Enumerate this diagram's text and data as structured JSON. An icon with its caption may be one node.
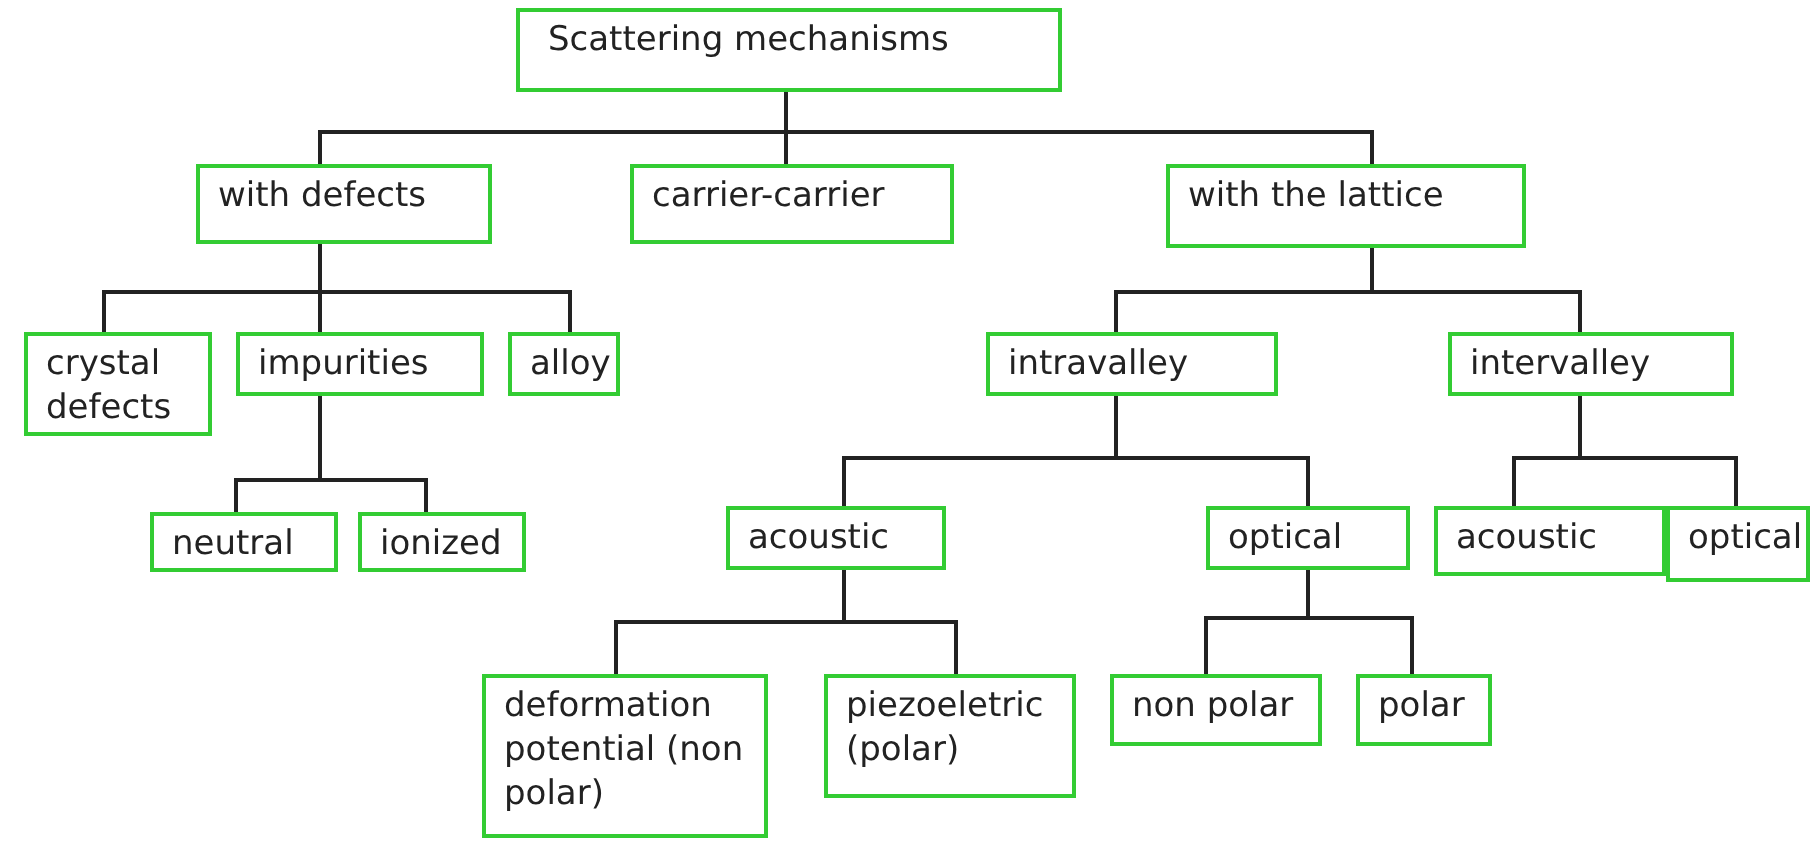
{
  "diagram": {
    "nodes": [
      {
        "text": [
          "Scattering mechanisms"
        ]
      },
      {
        "text": [
          "with defects"
        ]
      },
      {
        "text": [
          "carrier-carrier"
        ]
      },
      {
        "text": [
          "with the lattice"
        ]
      },
      {
        "text": [
          "crystal defects"
        ]
      },
      {
        "text": [
          "impurities"
        ]
      },
      {
        "text": [
          "alloy"
        ]
      },
      {
        "text": [
          "intravalley"
        ]
      },
      {
        "text": [
          "intervalley"
        ]
      },
      {
        "text": [
          "neutral"
        ]
      },
      {
        "text": [
          "ionized"
        ]
      },
      {
        "text": [
          "acoustic"
        ]
      },
      {
        "text": [
          "optical"
        ]
      },
      {
        "text": [
          "acoustic"
        ]
      },
      {
        "text": [
          "optical"
        ]
      },
      {
        "text": [
          "deformation potential (non polar)"
        ]
      },
      {
        "text": [
          "piezoeletric (polar)"
        ]
      },
      {
        "text": [
          "non polar"
        ]
      },
      {
        "text": [
          "polar"
        ]
      }
    ],
    "edges": [
      {
        "from": 0,
        "to": 1,
        "arrow": "none"
      },
      {
        "from": 0,
        "to": 2,
        "arrow": "none"
      },
      {
        "from": 0,
        "to": 3,
        "arrow": "none"
      },
      {
        "from": 1,
        "to": 4,
        "arrow": "none"
      },
      {
        "from": 1,
        "to": 5,
        "arrow": "none"
      },
      {
        "from": 1,
        "to": 6,
        "arrow": "none"
      },
      {
        "from": 3,
        "to": 7,
        "arrow": "none"
      },
      {
        "from": 3,
        "to": 8,
        "arrow": "none"
      },
      {
        "from": 5,
        "to": 9,
        "arrow": "none"
      },
      {
        "from": 5,
        "to": 10,
        "arrow": "none"
      },
      {
        "from": 7,
        "to": 11,
        "arrow": "none"
      },
      {
        "from": 7,
        "to": 12,
        "arrow": "none"
      },
      {
        "from": 8,
        "to": 13,
        "arrow": "none"
      },
      {
        "from": 8,
        "to": 14,
        "arrow": "none"
      },
      {
        "from": 11,
        "to": 15,
        "arrow": "none"
      },
      {
        "from": 11,
        "to": 16,
        "arrow": "none"
      },
      {
        "from": 12,
        "to": 17,
        "arrow": "none"
      },
      {
        "from": 12,
        "to": 18,
        "arrow": "none"
      }
    ]
  }
}
